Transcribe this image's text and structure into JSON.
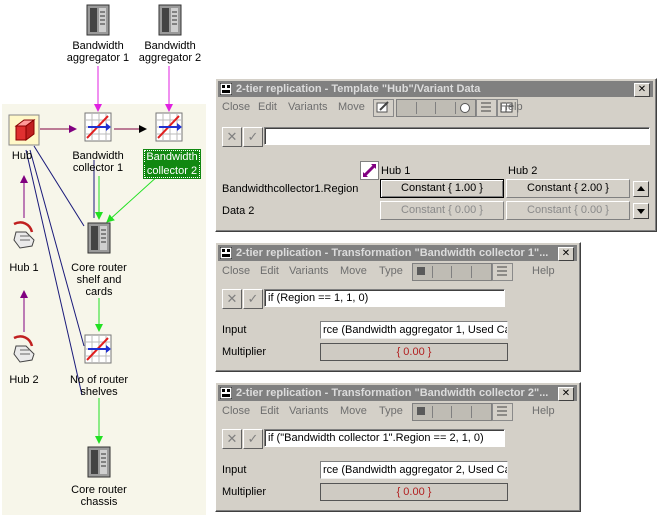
{
  "nodes": {
    "bw_agg1": "Bandwidth aggregator 1",
    "bw_agg2": "Bandwidth aggregator 2",
    "hub": "Hub",
    "bw_col1": "Bandwidth collector 1",
    "bw_col2": "Bandwidth collector 2",
    "hub1": "Hub 1",
    "hub2": "Hub 2",
    "core_router": "Core router shelf and cards",
    "no_router": "No of router shelves",
    "chassis": "Core router chassis"
  },
  "win1": {
    "title": "2-tier replication - Template \"Hub\"/Variant Data",
    "menu": [
      "Close",
      "Edit",
      "Variants",
      "Move"
    ],
    "help": "Help",
    "cancel": "✕",
    "ok": "✓",
    "formula": "",
    "col1": "Hub 1",
    "col2": "Hub 2",
    "row1_label": "Bandwidthcollector1.Region",
    "row1_v1": "Constant { 1.00 }",
    "row1_v2": "Constant { 2.00 }",
    "row2_label": "Data 2",
    "row2_v1": "Constant { 0.00 }",
    "row2_v2": "Constant { 0.00 }"
  },
  "win2": {
    "title": "2-tier replication - Transformation \"Bandwidth collector 1\"...",
    "menu": [
      "Close",
      "Edit",
      "Variants",
      "Move",
      "Type"
    ],
    "help": "Help",
    "cancel": "✕",
    "ok": "✓",
    "formula": "if (Region == 1, 1, 0)",
    "input_label": "Input",
    "input_value": "rce (Bandwidth aggregator 1, Used Ca",
    "mult_label": "Multiplier",
    "mult_value": "{ 0.00 }"
  },
  "win3": {
    "title": "2-tier replication - Transformation \"Bandwidth collector 2\"...",
    "menu": [
      "Close",
      "Edit",
      "Variants",
      "Move",
      "Type"
    ],
    "help": "Help",
    "cancel": "✕",
    "ok": "✓",
    "formula": "if (\"Bandwidth collector 1\".Region == 2, 1, 0)",
    "input_label": "Input",
    "input_value": "rce (Bandwidth aggregator 2, Used Ca",
    "mult_label": "Multiplier",
    "mult_value": "{ 0.00 }"
  },
  "colors": {
    "magenta": "#e020e0",
    "green": "#22e022",
    "navy": "#1a1a7a",
    "purple": "#800080",
    "maroon": "#800040"
  }
}
